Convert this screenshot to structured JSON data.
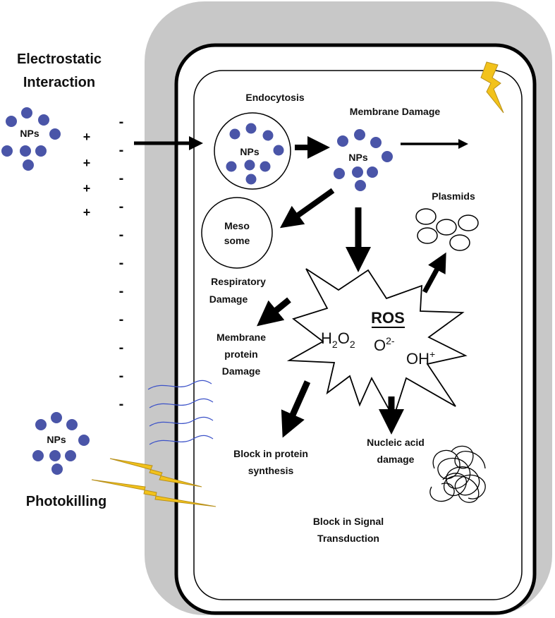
{
  "labels": {
    "electrostatic_line1": "Electrostatic",
    "electrostatic_line2": "Interaction",
    "nps": "NPs",
    "endocytosis": "Endocytosis",
    "membrane_damage": "Membrane Damage",
    "plasmids": "Plasmids",
    "mesosome_line1": "Meso",
    "mesosome_line2": "some",
    "respiratory_line1": "Respiratory",
    "respiratory_line2": "Damage",
    "membrane_protein_line1": "Membrane",
    "membrane_protein_line2": "protein",
    "membrane_protein_line3": "Damage",
    "ros": "ROS",
    "h2o2_h": "H",
    "h2o2_sub1": "2",
    "h2o2_o": "O",
    "h2o2_sub2": "2",
    "o2_base": "O",
    "o2_sup": "2-",
    "oh_base": "OH",
    "oh_sup": "+",
    "block_protein_line1": "Block in protein",
    "block_protein_line2": "synthesis",
    "nucleic_line1": "Nucleic acid",
    "nucleic_line2": "damage",
    "signal_line1": "Block in Signal",
    "signal_line2": "Transduction",
    "photokilling": "Photokilling"
  },
  "charges": {
    "positive": [
      "+",
      "+",
      "+",
      "+"
    ],
    "negative": [
      "-",
      "-",
      "-",
      "-",
      "-",
      "-",
      "-",
      "-",
      "-",
      "-",
      "-",
      "-",
      "-",
      "-",
      "-",
      "-"
    ]
  },
  "colors": {
    "nanoparticle": "#4a55a8",
    "cell_wall": "#c8c8c8",
    "lightning": "#f2c21b",
    "waves": "#3c52c8",
    "arrows": "#000000"
  },
  "icons": [
    "lightning-bolt-icon",
    "wave-lines-icon",
    "dna-coil-icon"
  ]
}
